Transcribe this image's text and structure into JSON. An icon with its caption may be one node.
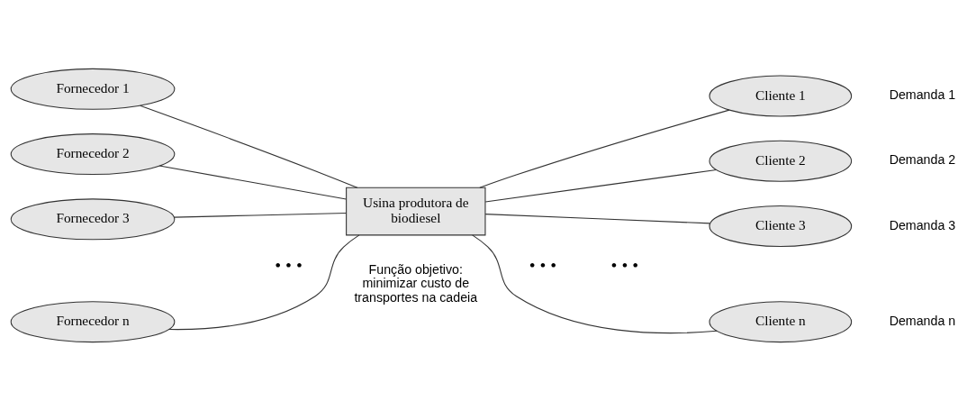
{
  "diagram": {
    "nodes": [
      {
        "text": [
          "Fornecedor 1"
        ]
      },
      {
        "text": [
          "Fornecedor 2"
        ]
      },
      {
        "text": [
          "Fornecedor 3"
        ]
      },
      {
        "text": [
          "Fornecedor n"
        ]
      },
      {
        "text": [
          "Usina produtora de biodiesel"
        ],
        "beside": [
          "Função objetivo: minimizar custo de transportes na cadeia"
        ]
      },
      {
        "text": [
          "Cliente 1"
        ],
        "beside": [
          "Demanda 1"
        ]
      },
      {
        "text": [
          "Cliente 2"
        ],
        "beside": [
          "Demanda 2"
        ]
      },
      {
        "text": [
          "Cliente 3"
        ],
        "beside": [
          "Demanda 3"
        ]
      },
      {
        "text": [
          "Cliente n"
        ],
        "beside": [
          "Demanda n"
        ]
      }
    ],
    "edges": [
      {
        "from": 0,
        "to": 4,
        "arrow": "none"
      },
      {
        "from": 1,
        "to": 4,
        "arrow": "none"
      },
      {
        "from": 2,
        "to": 4,
        "arrow": "none"
      },
      {
        "from": 3,
        "to": 4,
        "arrow": "none"
      },
      {
        "from": 4,
        "to": 5,
        "arrow": "none"
      },
      {
        "from": 4,
        "to": 6,
        "arrow": "none"
      },
      {
        "from": 4,
        "to": 7,
        "arrow": "none"
      },
      {
        "from": 4,
        "to": 8,
        "arrow": "none"
      }
    ],
    "labels": [
      "• • •",
      "• • •",
      "• • •"
    ]
  }
}
